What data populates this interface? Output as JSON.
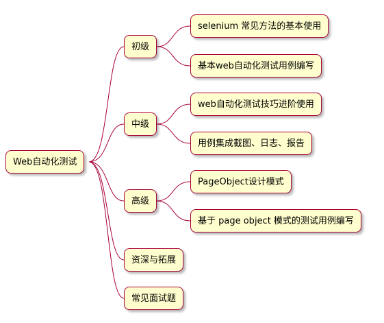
{
  "colors": {
    "node_fill": "#FEFECE",
    "node_border": "#A80036",
    "connector": "#A80036"
  },
  "root": {
    "label": "Web自动化测试",
    "children": [
      {
        "label": "初级",
        "children": [
          {
            "label": "selenium 常见方法的基本使用"
          },
          {
            "label": "基本web自动化测试用例编写"
          }
        ]
      },
      {
        "label": "中级",
        "children": [
          {
            "label": "web自动化测试技巧进阶使用"
          },
          {
            "label": "用例集成截图、日志、报告"
          }
        ]
      },
      {
        "label": "高级",
        "children": [
          {
            "label": "PageObject设计模式"
          },
          {
            "label": "基于 page object 模式的测试用例编写"
          }
        ]
      },
      {
        "label": "资深与拓展"
      },
      {
        "label": "常见面试题"
      }
    ]
  }
}
